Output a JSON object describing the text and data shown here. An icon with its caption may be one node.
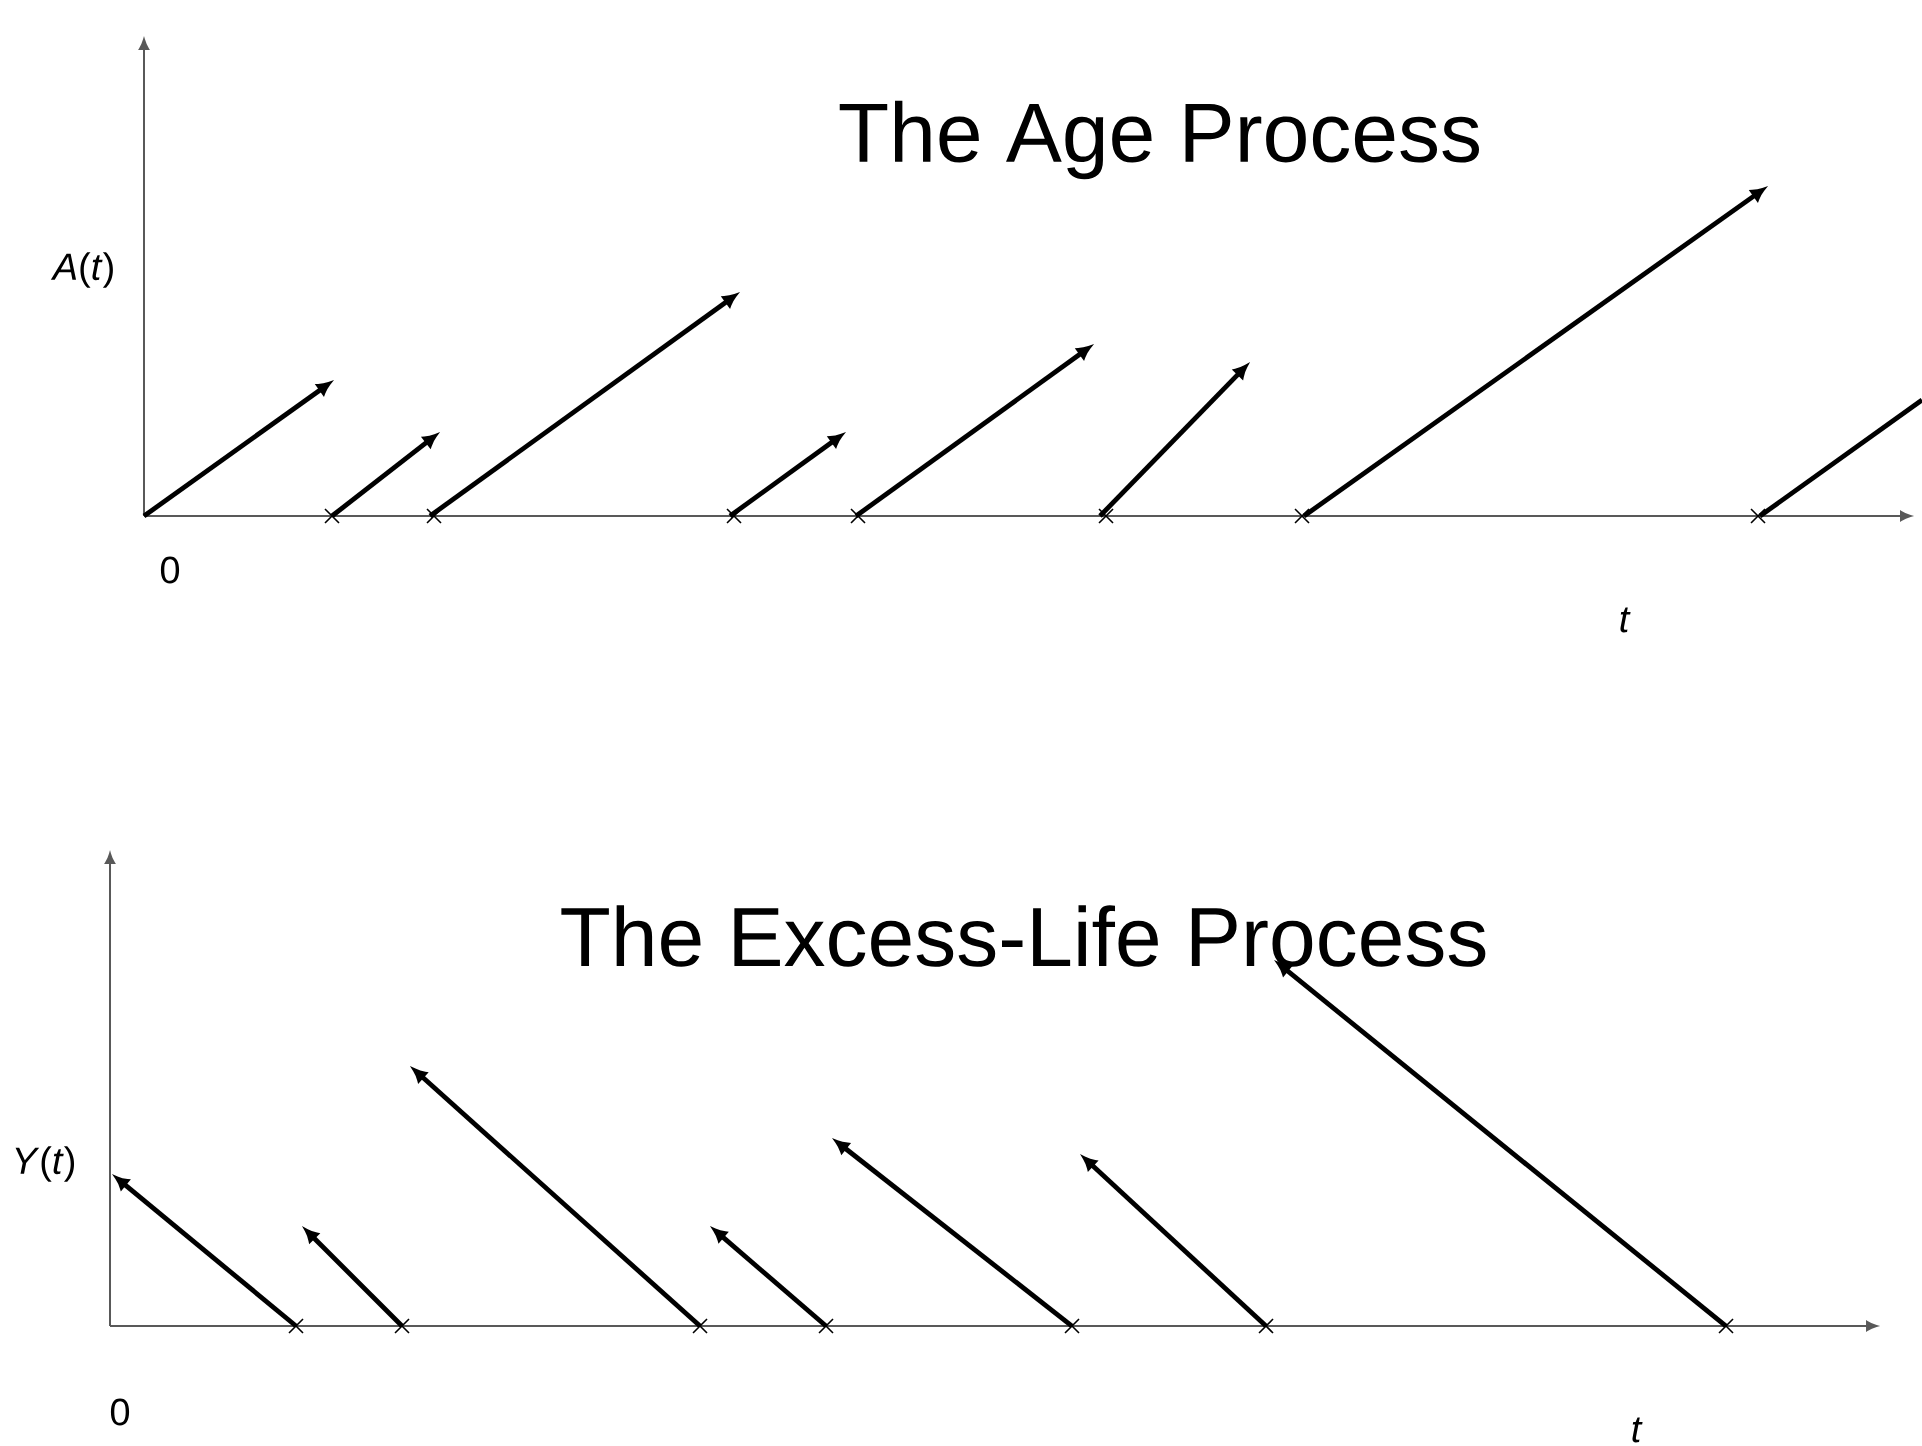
{
  "diagram": {
    "labels": [
      "The Age Process",
      "*A*(*t*)",
      "0",
      "t",
      "The Excess-Life Process",
      "*Y*(*t*)",
      "0",
      "t"
    ]
  }
}
